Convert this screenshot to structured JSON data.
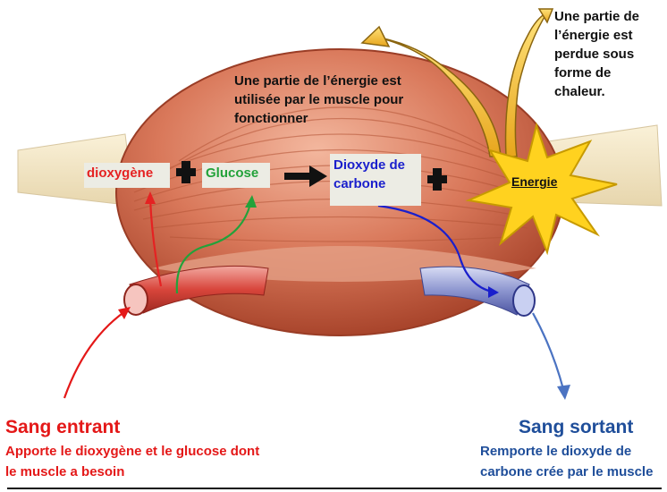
{
  "labels": {
    "energy_used": "Une partie de l’énergie est utilisée par le muscle pour fonctionner",
    "energy_lost": "Une partie de l’énergie est perdue sous forme de chaleur.",
    "dioxygen": "dioxygène",
    "glucose": "Glucose",
    "co2": "Dioxyde de carbone",
    "energy": "Energie",
    "blood_in_title": "Sang entrant",
    "blood_in_desc": "Apporte le dioxygène et le glucose dont le muscle a besoin",
    "blood_out_title": "Sang sortant",
    "blood_out_desc": "Remporte le dioxyde de carbone crée par le muscle"
  },
  "colors": {
    "dioxygen": "#e52222",
    "glucose": "#23a23a",
    "co2": "#1a1fcc",
    "blood_in": "#e41818",
    "blood_out": "#1f4e9a",
    "energy_star": "#ffd21f",
    "muscle": "#c85a3c"
  },
  "icons": [
    "plus-icon",
    "plus-icon",
    "plus-icon",
    "reaction-arrow-icon",
    "energy-star-icon"
  ]
}
